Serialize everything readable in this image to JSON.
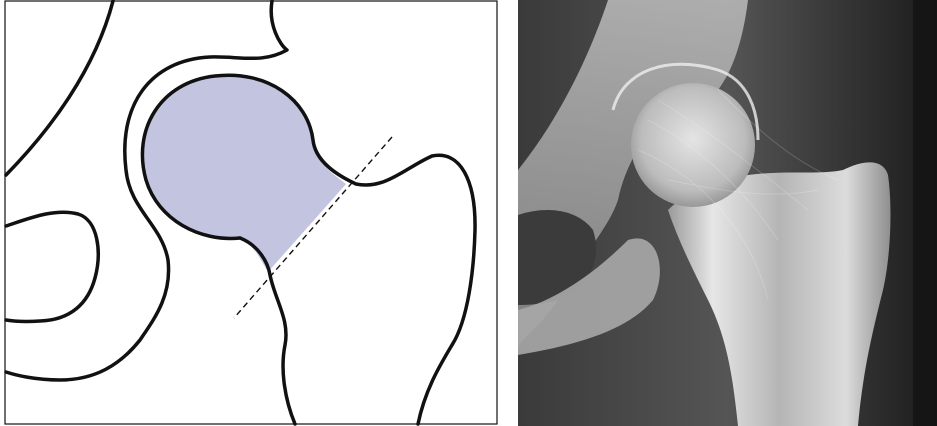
{
  "figure": {
    "panels": [
      {
        "name": "schematic-drawing",
        "kind": "line-diagram"
      },
      {
        "name": "radiograph",
        "kind": "x-ray-image"
      }
    ],
    "colors": {
      "background": "#ffffff",
      "outline": "#111111",
      "highlight_fill": "#c3c4e0",
      "xray_dark": "#1a1a1a",
      "xray_bone": "#dedede"
    },
    "icons": [
      "femoral-head-highlight",
      "osteotomy-dashed-line"
    ]
  }
}
